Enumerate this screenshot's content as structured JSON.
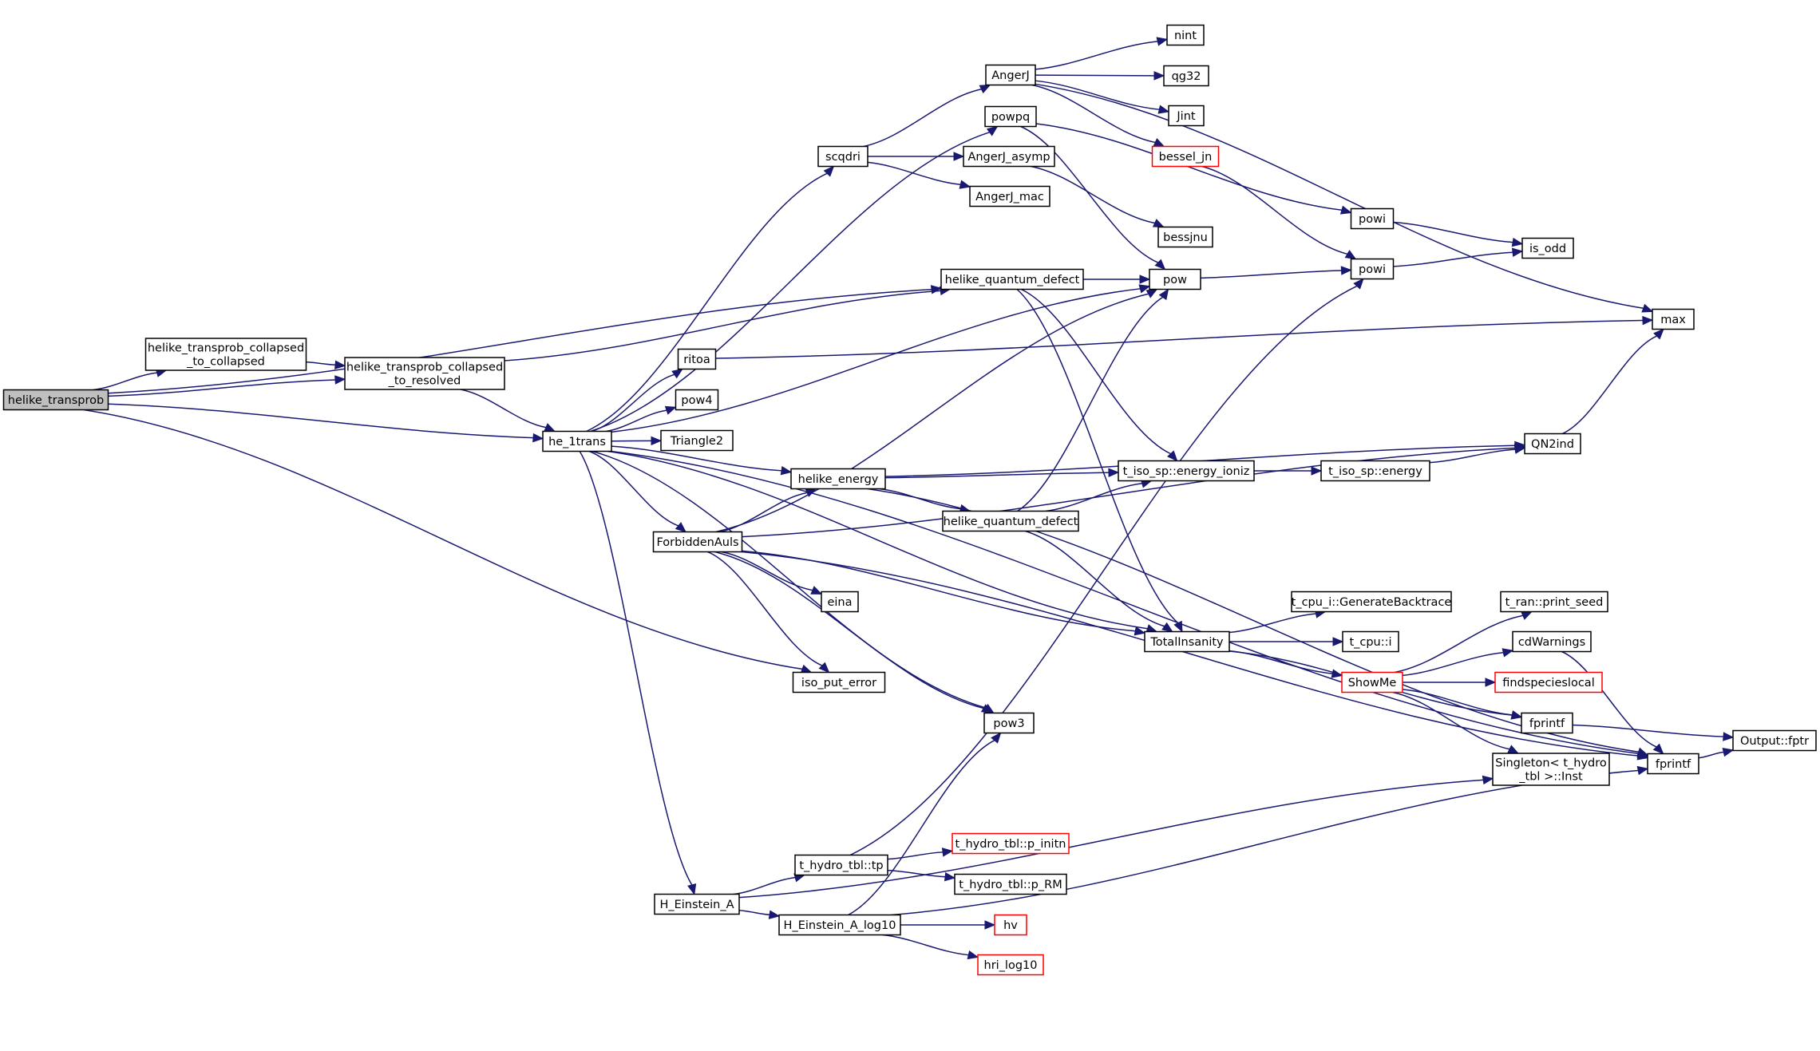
{
  "diagram": {
    "type": "call-graph",
    "colors": {
      "edge": "#191970",
      "node_border": "#000000",
      "external_border": "#ff0000",
      "root_fill": "#bfbfbf",
      "node_fill": "#ffffff"
    },
    "nodes": [
      {
        "id": "helike_transprob",
        "lines": [
          "helike_transprob"
        ],
        "kind": "root"
      },
      {
        "id": "htc2c",
        "lines": [
          "helike_transprob_collapsed",
          "_to_collapsed"
        ],
        "kind": "normal"
      },
      {
        "id": "htc2r",
        "lines": [
          "helike_transprob_collapsed",
          "_to_resolved"
        ],
        "kind": "normal"
      },
      {
        "id": "he_1trans",
        "lines": [
          "he_1trans"
        ],
        "kind": "normal"
      },
      {
        "id": "scqdri",
        "lines": [
          "scqdri"
        ],
        "kind": "normal"
      },
      {
        "id": "AngerJ",
        "lines": [
          "AngerJ"
        ],
        "kind": "normal"
      },
      {
        "id": "powpq",
        "lines": [
          "powpq"
        ],
        "kind": "normal"
      },
      {
        "id": "AngerJ_asymp",
        "lines": [
          "AngerJ_asymp"
        ],
        "kind": "normal"
      },
      {
        "id": "AngerJ_mac",
        "lines": [
          "AngerJ_mac"
        ],
        "kind": "normal"
      },
      {
        "id": "nint",
        "lines": [
          "nint"
        ],
        "kind": "normal"
      },
      {
        "id": "qg32",
        "lines": [
          "qg32"
        ],
        "kind": "normal"
      },
      {
        "id": "Jint",
        "lines": [
          "Jint"
        ],
        "kind": "normal"
      },
      {
        "id": "bessel_jn",
        "lines": [
          "bessel_jn"
        ],
        "kind": "external"
      },
      {
        "id": "bessjnu",
        "lines": [
          "bessjnu"
        ],
        "kind": "normal"
      },
      {
        "id": "powi1",
        "lines": [
          "powi"
        ],
        "kind": "normal"
      },
      {
        "id": "powi2",
        "lines": [
          "powi"
        ],
        "kind": "normal"
      },
      {
        "id": "is_odd",
        "lines": [
          "is_odd"
        ],
        "kind": "normal"
      },
      {
        "id": "max",
        "lines": [
          "max"
        ],
        "kind": "normal"
      },
      {
        "id": "hqd1",
        "lines": [
          "helike_quantum_defect"
        ],
        "kind": "normal"
      },
      {
        "id": "pow",
        "lines": [
          "pow"
        ],
        "kind": "normal"
      },
      {
        "id": "ritoa",
        "lines": [
          "ritoa"
        ],
        "kind": "normal"
      },
      {
        "id": "pow4",
        "lines": [
          "pow4"
        ],
        "kind": "normal"
      },
      {
        "id": "Triangle2",
        "lines": [
          "Triangle2"
        ],
        "kind": "normal"
      },
      {
        "id": "helike_energy",
        "lines": [
          "helike_energy"
        ],
        "kind": "normal"
      },
      {
        "id": "hqd2",
        "lines": [
          "helike_quantum_defect"
        ],
        "kind": "normal"
      },
      {
        "id": "ForbiddenAuls",
        "lines": [
          "ForbiddenAuls"
        ],
        "kind": "normal"
      },
      {
        "id": "energy_ioniz",
        "lines": [
          "t_iso_sp::energy_ioniz"
        ],
        "kind": "normal"
      },
      {
        "id": "energy",
        "lines": [
          "t_iso_sp::energy"
        ],
        "kind": "normal"
      },
      {
        "id": "QN2ind",
        "lines": [
          "QN2ind"
        ],
        "kind": "normal"
      },
      {
        "id": "eina",
        "lines": [
          "eina"
        ],
        "kind": "normal"
      },
      {
        "id": "iso_put_error",
        "lines": [
          "iso_put_error"
        ],
        "kind": "normal"
      },
      {
        "id": "pow3",
        "lines": [
          "pow3"
        ],
        "kind": "normal"
      },
      {
        "id": "TotalInsanity",
        "lines": [
          "TotalInsanity"
        ],
        "kind": "normal"
      },
      {
        "id": "GenerateBacktrace",
        "lines": [
          "t_cpu_i::GenerateBacktrace"
        ],
        "kind": "normal"
      },
      {
        "id": "t_cpu_i",
        "lines": [
          "t_cpu::i"
        ],
        "kind": "normal"
      },
      {
        "id": "ShowMe",
        "lines": [
          "ShowMe"
        ],
        "kind": "external"
      },
      {
        "id": "print_seed",
        "lines": [
          "t_ran::print_seed"
        ],
        "kind": "normal"
      },
      {
        "id": "cdWarnings",
        "lines": [
          "cdWarnings"
        ],
        "kind": "normal"
      },
      {
        "id": "findspecieslocal",
        "lines": [
          "findspecieslocal"
        ],
        "kind": "external"
      },
      {
        "id": "fprintf1",
        "lines": [
          "fprintf"
        ],
        "kind": "normal"
      },
      {
        "id": "Singleton",
        "lines": [
          "Singleton< t_hydro",
          "_tbl >::Inst"
        ],
        "kind": "normal"
      },
      {
        "id": "fprintf2",
        "lines": [
          "fprintf"
        ],
        "kind": "normal"
      },
      {
        "id": "fptr",
        "lines": [
          "Output::fptr"
        ],
        "kind": "normal"
      },
      {
        "id": "H_Einstein_A",
        "lines": [
          "H_Einstein_A"
        ],
        "kind": "normal"
      },
      {
        "id": "tp",
        "lines": [
          "t_hydro_tbl::tp"
        ],
        "kind": "normal"
      },
      {
        "id": "p_initn",
        "lines": [
          "t_hydro_tbl::p_initn"
        ],
        "kind": "external"
      },
      {
        "id": "p_RM",
        "lines": [
          "t_hydro_tbl::p_RM"
        ],
        "kind": "normal"
      },
      {
        "id": "H_Einstein_A_log10",
        "lines": [
          "H_Einstein_A_log10"
        ],
        "kind": "normal"
      },
      {
        "id": "hv",
        "lines": [
          "hv"
        ],
        "kind": "external"
      },
      {
        "id": "hri_log10",
        "lines": [
          "hri_log10"
        ],
        "kind": "external"
      }
    ],
    "edges": [
      [
        "helike_transprob",
        "htc2c"
      ],
      [
        "helike_transprob",
        "htc2r"
      ],
      [
        "helike_transprob",
        "he_1trans"
      ],
      [
        "helike_transprob",
        "hqd1"
      ],
      [
        "helike_transprob",
        "iso_put_error"
      ],
      [
        "htc2c",
        "htc2r"
      ],
      [
        "htc2r",
        "he_1trans"
      ],
      [
        "htc2r",
        "hqd1"
      ],
      [
        "he_1trans",
        "scqdri"
      ],
      [
        "he_1trans",
        "powpq"
      ],
      [
        "he_1trans",
        "pow"
      ],
      [
        "he_1trans",
        "ritoa"
      ],
      [
        "he_1trans",
        "pow4"
      ],
      [
        "he_1trans",
        "Triangle2"
      ],
      [
        "he_1trans",
        "helike_energy"
      ],
      [
        "he_1trans",
        "ForbiddenAuls"
      ],
      [
        "he_1trans",
        "pow3"
      ],
      [
        "he_1trans",
        "TotalInsanity"
      ],
      [
        "he_1trans",
        "fprintf2"
      ],
      [
        "he_1trans",
        "H_Einstein_A"
      ],
      [
        "scqdri",
        "AngerJ"
      ],
      [
        "scqdri",
        "AngerJ_asymp"
      ],
      [
        "scqdri",
        "AngerJ_mac"
      ],
      [
        "AngerJ",
        "nint"
      ],
      [
        "AngerJ",
        "qg32"
      ],
      [
        "AngerJ",
        "Jint"
      ],
      [
        "AngerJ",
        "bessel_jn"
      ],
      [
        "AngerJ",
        "max"
      ],
      [
        "powpq",
        "pow"
      ],
      [
        "powpq",
        "powi1"
      ],
      [
        "AngerJ_asymp",
        "bessjnu"
      ],
      [
        "bessel_jn",
        "powi2"
      ],
      [
        "powi1",
        "is_odd"
      ],
      [
        "powi2",
        "is_odd"
      ],
      [
        "hqd1",
        "pow"
      ],
      [
        "hqd1",
        "energy_ioniz"
      ],
      [
        "hqd1",
        "TotalInsanity"
      ],
      [
        "pow",
        "powi2"
      ],
      [
        "ritoa",
        "max"
      ],
      [
        "helike_energy",
        "QN2ind"
      ],
      [
        "helike_energy",
        "energy_ioniz"
      ],
      [
        "helike_energy",
        "hqd2"
      ],
      [
        "helike_energy",
        "fprintf2"
      ],
      [
        "hqd2",
        "pow"
      ],
      [
        "hqd2",
        "energy_ioniz"
      ],
      [
        "hqd2",
        "TotalInsanity"
      ],
      [
        "ForbiddenAuls",
        "pow"
      ],
      [
        "ForbiddenAuls",
        "helike_energy"
      ],
      [
        "ForbiddenAuls",
        "QN2ind"
      ],
      [
        "ForbiddenAuls",
        "fprintf2"
      ],
      [
        "ForbiddenAuls",
        "eina"
      ],
      [
        "ForbiddenAuls",
        "iso_put_error"
      ],
      [
        "ForbiddenAuls",
        "TotalInsanity"
      ],
      [
        "ForbiddenAuls",
        "pow3"
      ],
      [
        "energy_ioniz",
        "energy"
      ],
      [
        "energy",
        "QN2ind"
      ],
      [
        "QN2ind",
        "max"
      ],
      [
        "TotalInsanity",
        "GenerateBacktrace"
      ],
      [
        "TotalInsanity",
        "t_cpu_i"
      ],
      [
        "TotalInsanity",
        "ShowMe"
      ],
      [
        "TotalInsanity",
        "fprintf1"
      ],
      [
        "ShowMe",
        "print_seed"
      ],
      [
        "ShowMe",
        "cdWarnings"
      ],
      [
        "ShowMe",
        "findspecieslocal"
      ],
      [
        "ShowMe",
        "fprintf1"
      ],
      [
        "ShowMe",
        "Singleton"
      ],
      [
        "cdWarnings",
        "fprintf2"
      ],
      [
        "fprintf1",
        "fptr"
      ],
      [
        "fprintf2",
        "fptr"
      ],
      [
        "H_Einstein_A",
        "tp"
      ],
      [
        "H_Einstein_A",
        "H_Einstein_A_log10"
      ],
      [
        "H_Einstein_A",
        "Singleton"
      ],
      [
        "tp",
        "p_initn"
      ],
      [
        "tp",
        "p_RM"
      ],
      [
        "tp",
        "powi2"
      ],
      [
        "H_Einstein_A_log10",
        "hv"
      ],
      [
        "H_Einstein_A_log10",
        "hri_log10"
      ],
      [
        "H_Einstein_A_log10",
        "pow3"
      ],
      [
        "H_Einstein_A_log10",
        "fprintf2"
      ]
    ]
  }
}
